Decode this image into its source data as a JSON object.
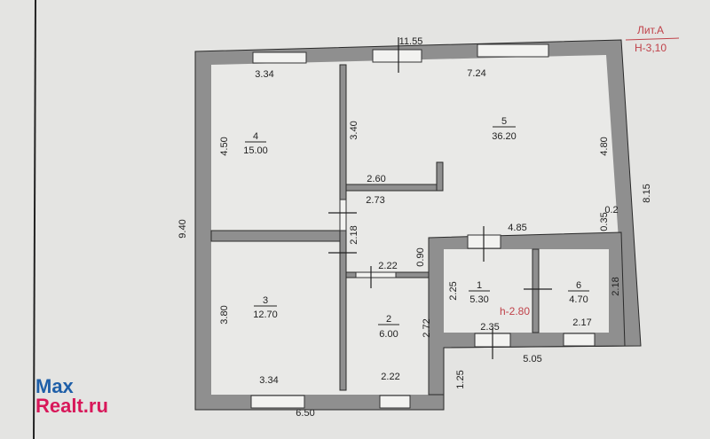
{
  "header": {
    "liter": "Лит.А",
    "height": "Н-3,10"
  },
  "rooms": [
    {
      "number": "4",
      "area": "15.00"
    },
    {
      "number": "5",
      "area": "36.20"
    },
    {
      "number": "3",
      "area": "12.70"
    },
    {
      "number": "2",
      "area": "6.00"
    },
    {
      "number": "1",
      "area": "5.30"
    },
    {
      "number": "6",
      "area": "4.70"
    }
  ],
  "room1_height": "h-2.80",
  "dimensions": {
    "overall_top": "11.55",
    "top_left": "3.34",
    "top_right": "7.24",
    "left_upper": "4.50",
    "left_lower": "3.80",
    "overall_left": "9.40",
    "partition_upper": "3.40",
    "partition_mid": "2.18",
    "stub_top": "2.60",
    "stub_bottom": "2.73",
    "right_inner": "4.80",
    "overall_right": "8.15",
    "offset_a": "0.35",
    "offset_b": "0.2",
    "block_top": "4.85",
    "door_gap": "0.90",
    "room2_top": "2.22",
    "room1_left": "2.25",
    "room6_right": "2.18",
    "room2_right": "2.72",
    "room1_bottom": "2.35",
    "room6_bottom": "2.17",
    "block_bottom": "5.05",
    "step": "1.25",
    "bottom_left": "3.34",
    "bottom_mid": "2.22",
    "overall_bottom": "6.50"
  },
  "logo": {
    "line1": "Max",
    "line2": "Realt.ru"
  },
  "colors": {
    "logo_blue": "#1f5fa8",
    "logo_red": "#d8185a",
    "annotation_red": "#c0424a"
  }
}
